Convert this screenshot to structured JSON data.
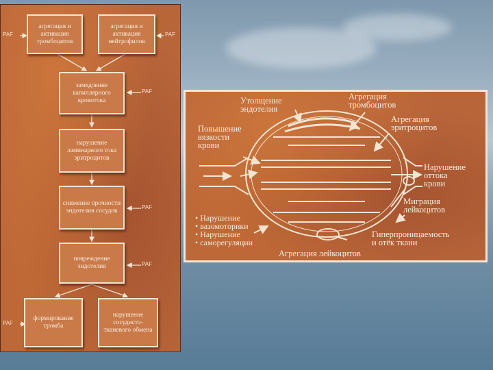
{
  "flow": {
    "boxes": {
      "platelet_aggregation": "агрегация и активация тромбоцитов",
      "neutrophil_aggregation": "агрегация и активация нейтрофилов",
      "capillary_slowdown": "замедление капиллярного кровотока",
      "laminar_flow": "нарушение ламинарного тока эритроцитов",
      "endothelium_strength": "снижение прочности эндотелия сосудов",
      "endothelium_damage": "повреждение эндотелия",
      "thrombus": "формирование тромба",
      "vascular_exchange": "нарушение сосудисто-тканевого обмена"
    },
    "paf_label": "PAF"
  },
  "cycle": {
    "labels": {
      "endothelium_thickening": [
        "Утолщение",
        "эндотелия"
      ],
      "platelet_aggregation": [
        "Агрегация",
        "тромбоцитов"
      ],
      "erythrocyte_aggregation": [
        "Агрегация",
        "эритроцитов"
      ],
      "viscosity": [
        "Повышение",
        "вязкости",
        "крови"
      ],
      "outflow": [
        "Нарушение",
        "оттока",
        "крови"
      ],
      "leukocyte_migration": [
        "Миграция",
        "лейкоцитов"
      ],
      "vasomotor": [
        "Нарушение",
        "вазомоторики",
        "Нарушение",
        "саморегуляции"
      ],
      "permeability": [
        "Гиперпроницаемость",
        "и отёк ткани"
      ],
      "leukocyte_aggregation": "Агрегация лейкоцитов"
    }
  },
  "colors": {
    "panel": "#b8653a",
    "box": "#c97a48",
    "line": "#f4e5d2"
  }
}
